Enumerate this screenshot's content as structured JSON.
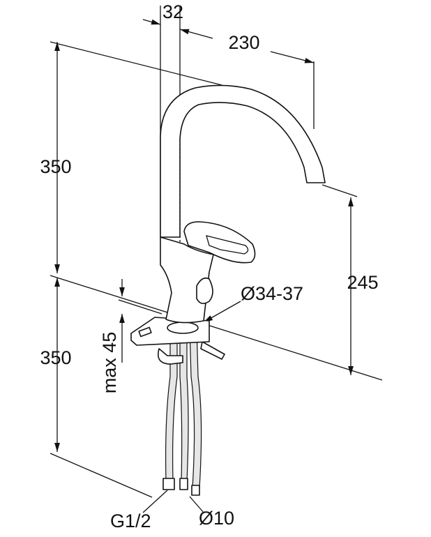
{
  "dimensions": {
    "spout_diameter": "32",
    "spout_reach": "230",
    "upper_height": "350",
    "spout_height": "245",
    "lower_height": "350",
    "max_deck_thickness": "max 45",
    "hole_diameter": "Ø34-37",
    "connection_thread": "G1/2",
    "pipe_diameter": "Ø10"
  },
  "colors": {
    "line": "#111111",
    "background": "#ffffff"
  }
}
